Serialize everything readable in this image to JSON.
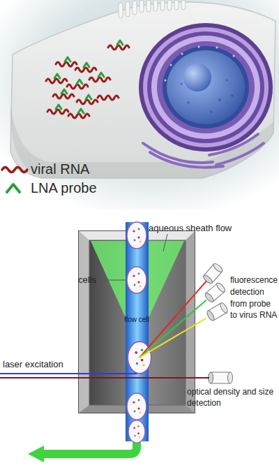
{
  "diagram": {
    "nodes": [
      {
        "text": [
          "flow cell"
        ]
      },
      {
        "text": [
          "fluorescence detection from probe to virus RNA"
        ]
      },
      {
        "text": [
          "optical density and size detection"
        ]
      }
    ],
    "edges": [
      {
        "from": 0,
        "to": 1,
        "arrow": "none"
      },
      {
        "from": 0,
        "to": 1,
        "arrow": "none"
      },
      {
        "from": 0,
        "to": 1,
        "arrow": "none"
      },
      {
        "from": 0,
        "to": 2,
        "arrow": "none"
      }
    ],
    "labels": [
      "aqueous sheath flow",
      "cells",
      "laser excitation"
    ],
    "legend": [
      {
        "text": "viral RNA"
      },
      {
        "text": "LNA probe"
      }
    ]
  }
}
